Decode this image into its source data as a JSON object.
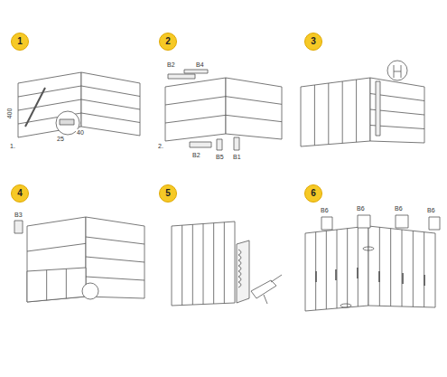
{
  "diagram": {
    "nodes": [
      {
        "text": [
          "1"
        ]
      },
      {
        "text": [
          "2"
        ]
      },
      {
        "text": [
          "3"
        ]
      },
      {
        "text": [
          "4"
        ]
      },
      {
        "text": [
          "5"
        ]
      },
      {
        "text": [
          "6"
        ]
      }
    ],
    "labels": [
      "400",
      "1.",
      "25",
      "40",
      "B2",
      "B4",
      "2.",
      "B2",
      "B5",
      "B1",
      "B3",
      "B6",
      "B6",
      "B6",
      "B6"
    ]
  }
}
